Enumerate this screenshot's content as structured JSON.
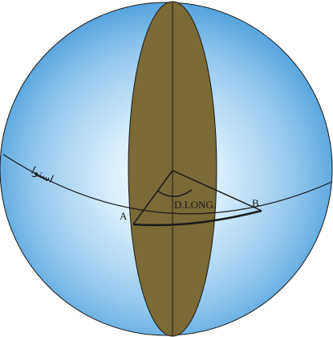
{
  "labels": {
    "equator": "استوا",
    "point_a": "A",
    "point_b": "B",
    "angle": "D.LONG."
  },
  "colors": {
    "sphere_center": "#ffffff",
    "sphere_mid": "#a9d6f3",
    "sphere_edge": "#5aa6de",
    "meridian_plane": "#7a6a36",
    "lines": "#1a1a1a"
  }
}
